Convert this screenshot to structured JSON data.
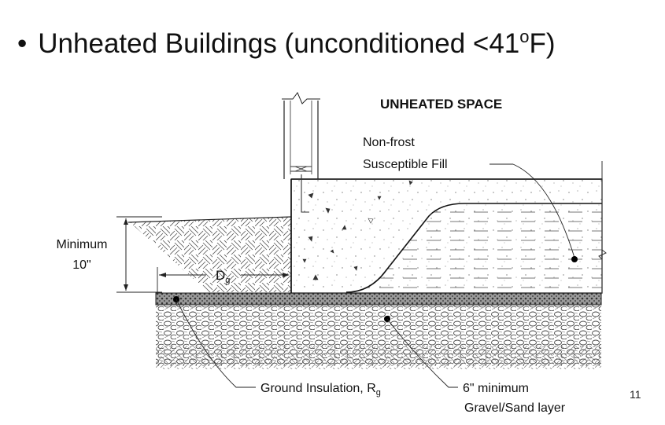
{
  "title": {
    "bullet": "•",
    "main": "Unheated Buildings (unconditioned <41",
    "degree": "o",
    "unit": "F)"
  },
  "page_number": "11",
  "diagram": {
    "space_label": "UNHEATED SPACE",
    "fill_label_line1": "Non-frost",
    "fill_label_line2": "Susceptible Fill",
    "depth_label_line1": "Minimum",
    "depth_label_line2": "10\"",
    "dg_label": "D",
    "dg_sub": "g",
    "insulation_label": "Ground Insulation, R",
    "insulation_sub": "g",
    "gravel_label_line1": "6\" minimum",
    "gravel_label_line2": "Gravel/Sand layer"
  }
}
